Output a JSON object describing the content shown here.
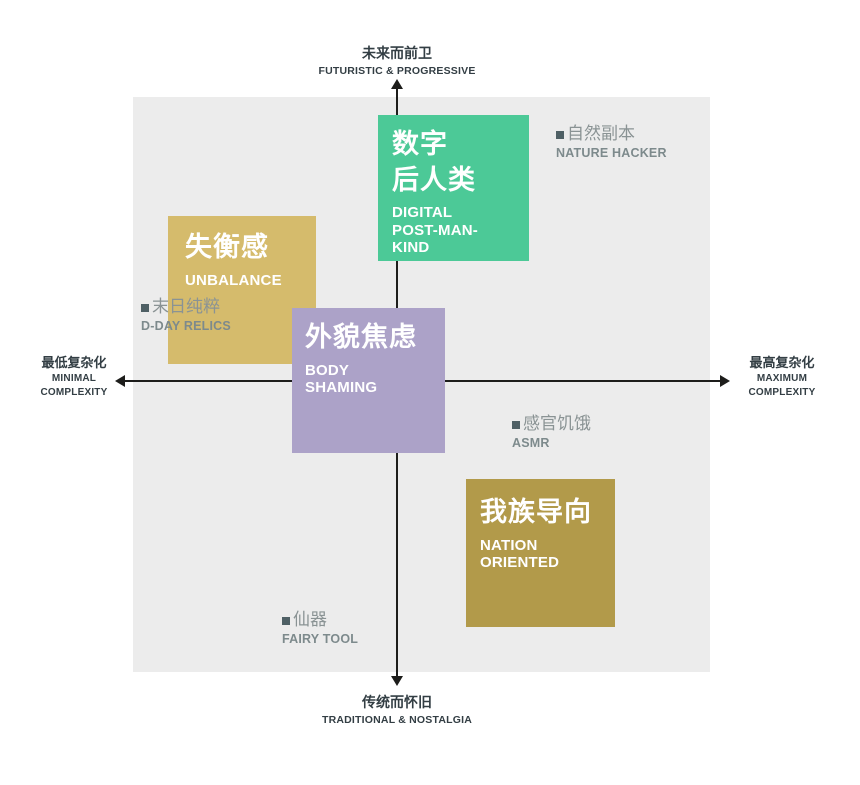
{
  "axes": {
    "top": {
      "zh": "未来而前卫",
      "en": "FUTURISTIC & PROGRESSIVE"
    },
    "bottom": {
      "zh": "传统而怀旧",
      "en": "TRADITIONAL & NOSTALGIA"
    },
    "left": {
      "zh": "最低复杂化",
      "en_lines": [
        "MINIMAL",
        "COMPLEXITY"
      ]
    },
    "right": {
      "zh": "最高复杂化",
      "en_lines": [
        "MAXIMUM",
        "COMPLEXITY"
      ]
    }
  },
  "boxes": [
    {
      "id": "digital-post-mankind",
      "zh_lines": [
        "数字",
        "后人类"
      ],
      "en_lines": [
        "DIGITAL",
        "POST-MAN-",
        "KIND"
      ],
      "color": "#4cc997"
    },
    {
      "id": "unbalance",
      "zh_lines": [
        "失衡感"
      ],
      "en_lines": [
        "UNBALANCE"
      ],
      "color": "#d5bb6c"
    },
    {
      "id": "body-shaming",
      "zh_lines": [
        "外貌焦虑"
      ],
      "en_lines": [
        "BODY",
        "SHAMING"
      ],
      "color": "#aca2c8"
    },
    {
      "id": "nation-oriented",
      "zh_lines": [
        "我族导向"
      ],
      "en_lines": [
        "NATION",
        "ORIENTED"
      ],
      "color": "#b29a4a"
    }
  ],
  "markers": [
    {
      "id": "nature-hacker",
      "zh": "自然副本",
      "en": "NATURE HACKER"
    },
    {
      "id": "d-day-relics",
      "zh": "末日纯粹",
      "en": "D-DAY RELICS"
    },
    {
      "id": "asmr",
      "zh": "感官饥饿",
      "en": "ASMR"
    },
    {
      "id": "fairy-tool",
      "zh": "仙器",
      "en": "FAIRY TOOL"
    }
  ],
  "colors": {
    "page_bg": "#ffffff",
    "plot_bg": "#ececec",
    "axis_line": "#1d1d1b",
    "axis_label_text": "#333e44",
    "marker_zh_text": "#8a9394",
    "marker_en_text": "#7d8a8c",
    "marker_bullet": "#4f6065",
    "box_text": "#ffffff"
  }
}
